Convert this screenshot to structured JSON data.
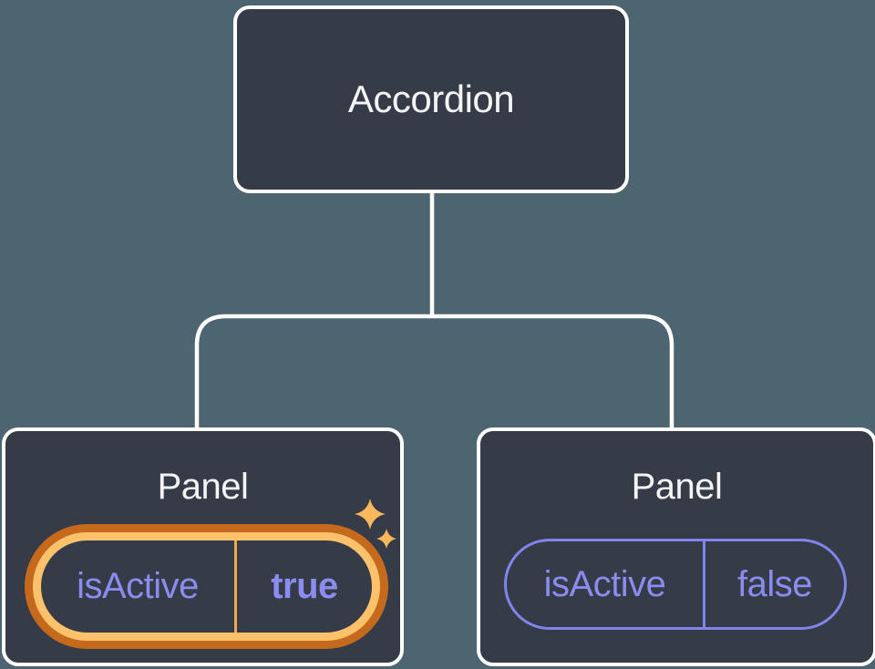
{
  "tree": {
    "root": {
      "label": "Accordion"
    },
    "children": [
      {
        "label": "Panel",
        "prop": {
          "name": "isActive",
          "value": "true"
        },
        "state": "highlighted-just-changed"
      },
      {
        "label": "Panel",
        "prop": {
          "name": "isActive",
          "value": "false"
        },
        "state": "normal"
      }
    ]
  },
  "icons": {
    "sparkle_large": "sparkle-icon",
    "sparkle_small": "sparkle-icon"
  },
  "colors": {
    "background": "#4d6570",
    "node_fill": "#353b47",
    "node_border": "#ffffff",
    "connector": "#ffffff",
    "title_text": "#f3f4f6",
    "prop_text": "#8a8cef",
    "prop_pill_border": "#8184e8",
    "highlight_ring_outer": "#c56a1d",
    "highlight_ring_inner": "#fcc26b",
    "highlight_divider": "#eda94e",
    "sparkle": "#f7b95c"
  }
}
